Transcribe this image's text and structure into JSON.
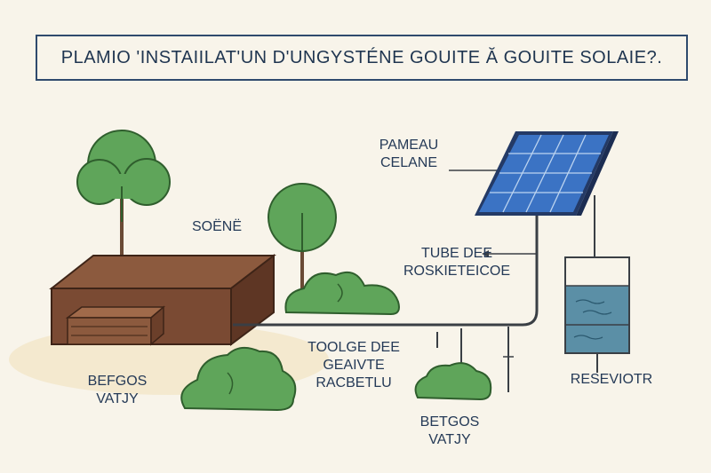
{
  "title": "PLAMIO 'INSTAIILAT'UN D'UNGYSTÉNE GOUITE Ă GOUITE SOLAIE?.",
  "labels": {
    "panel_line1": "PAMEAU",
    "panel_line2": "CELANE",
    "sol": "SOËNË",
    "tube_line1": "TUBE DEE",
    "tube_line2": "ROSKIETEICOE",
    "tool_line1": "TOOLGE DEE",
    "tool_line2": "GEAIVTE",
    "tool_line3": "RACBETLU",
    "begos1_line1": "BEFGOS",
    "begos1_line2": "VATJY",
    "begos2_line1": "BETGOS",
    "begos2_line2": "VATJY",
    "reservoir": "RESEVIOTR"
  },
  "colors": {
    "background": "#f8f4ea",
    "title_border": "#2f4a6d",
    "panel_blue": "#3b73c4",
    "panel_frame": "#243a66",
    "soil_brown": "#7a4a33",
    "soil_dark": "#5e3624",
    "foliage_green": "#5fa55a",
    "foliage_dark": "#3c7a3a",
    "water_blue": "#5b8fa6",
    "pipe_gray": "#3a3f45"
  },
  "icons": [
    "solar-panel-icon",
    "tree-icon",
    "shrub-icon",
    "raised-bed-icon",
    "water-tank-icon"
  ]
}
